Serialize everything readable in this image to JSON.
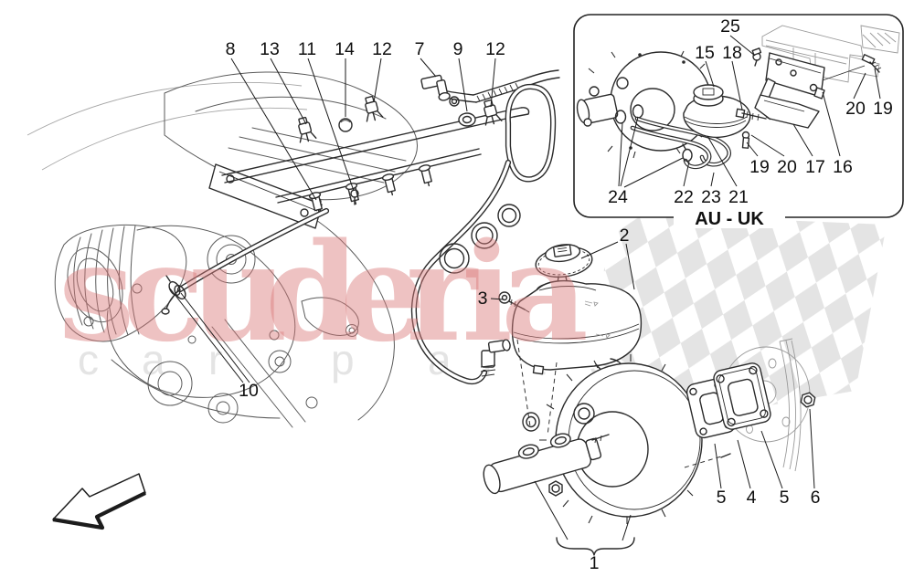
{
  "page": {
    "background": "#ffffff"
  },
  "inset": {
    "label": "AU - UK"
  },
  "watermark": {
    "line1": "scuderia",
    "line2": "car parts",
    "line1_color": "#d97a7a",
    "line2_color": "#e4e4e4",
    "checker_color": "#e4e4e4"
  },
  "colors": {
    "line": "#2b2b2b",
    "engine_line": "#5a5a5a",
    "callout_text": "#0f0f0f"
  },
  "callouts": {
    "top_row": [
      "8",
      "13",
      "11",
      "14",
      "12",
      "7",
      "9",
      "12"
    ],
    "inset_top": [
      "25",
      "15",
      "18"
    ],
    "inset_right": [
      "20",
      "19"
    ],
    "inset_bottom_right": [
      "19",
      "20",
      "17",
      "16"
    ],
    "inset_bottom_left": [
      "24",
      "22",
      "23",
      "21"
    ],
    "main": [
      "2",
      "3",
      "10"
    ],
    "servo": [
      "1",
      "5",
      "4",
      "5",
      "6"
    ]
  }
}
